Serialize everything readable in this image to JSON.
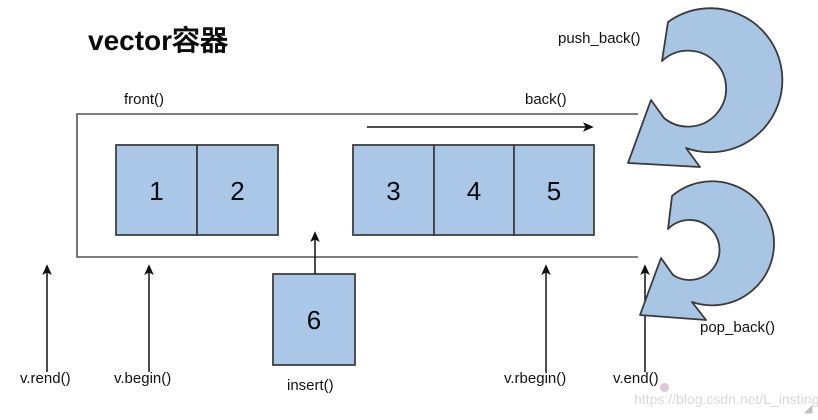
{
  "diagram": {
    "title": "vector容器",
    "colors": {
      "cell_fill": "#aac7e8",
      "cell_stroke": "#404040",
      "arrow_fill": "#a8c5e3",
      "arrow_stroke": "#3a3a3a",
      "container_stroke": "#555555",
      "line": "#1a1a1a",
      "text": "#111111",
      "watermark": "#d8d8d8"
    },
    "labels": {
      "front": "front()",
      "back": "back()",
      "push_back": "push_back()",
      "pop_back": "pop_back()",
      "insert": "insert()",
      "rend": "v.rend()",
      "begin": "v.begin()",
      "rbegin": "v.rbegin()",
      "end": "v.end()"
    },
    "cells": [
      {
        "value": "1",
        "group": "left"
      },
      {
        "value": "2",
        "group": "left"
      },
      {
        "value": "3",
        "group": "right"
      },
      {
        "value": "4",
        "group": "right"
      },
      {
        "value": "5",
        "group": "right"
      }
    ],
    "insert_cell": {
      "value": "6"
    },
    "watermark": "https://blog.csdn.net/L_insting"
  }
}
